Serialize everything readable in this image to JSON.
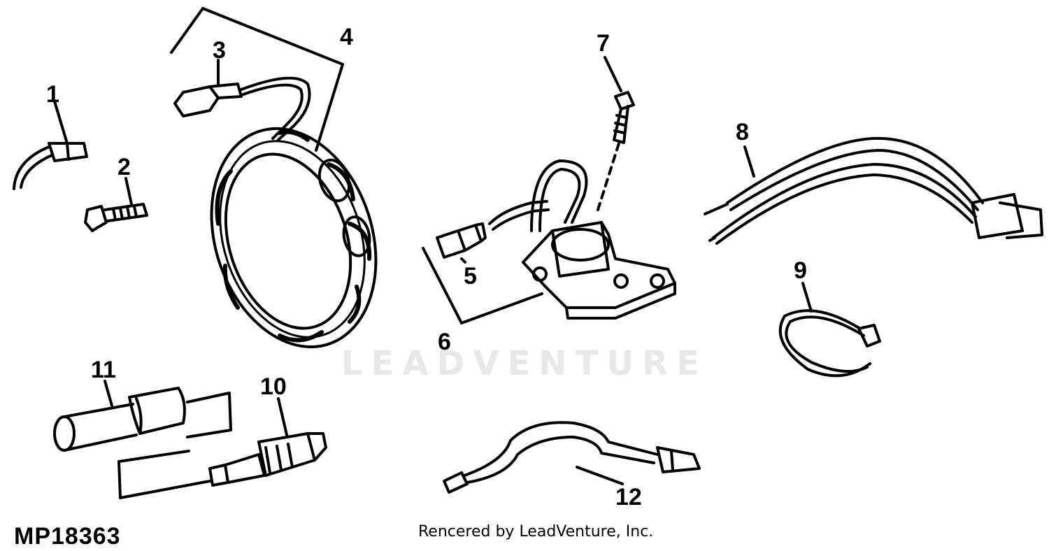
{
  "diagram": {
    "figure_id": "MP18363",
    "credit": "Rencered by LeadVenture, Inc.",
    "watermark": "LEADVENTURE",
    "callouts": [
      "1",
      "2",
      "3",
      "4",
      "5",
      "6",
      "7",
      "8",
      "9",
      "10",
      "11",
      "12"
    ]
  }
}
